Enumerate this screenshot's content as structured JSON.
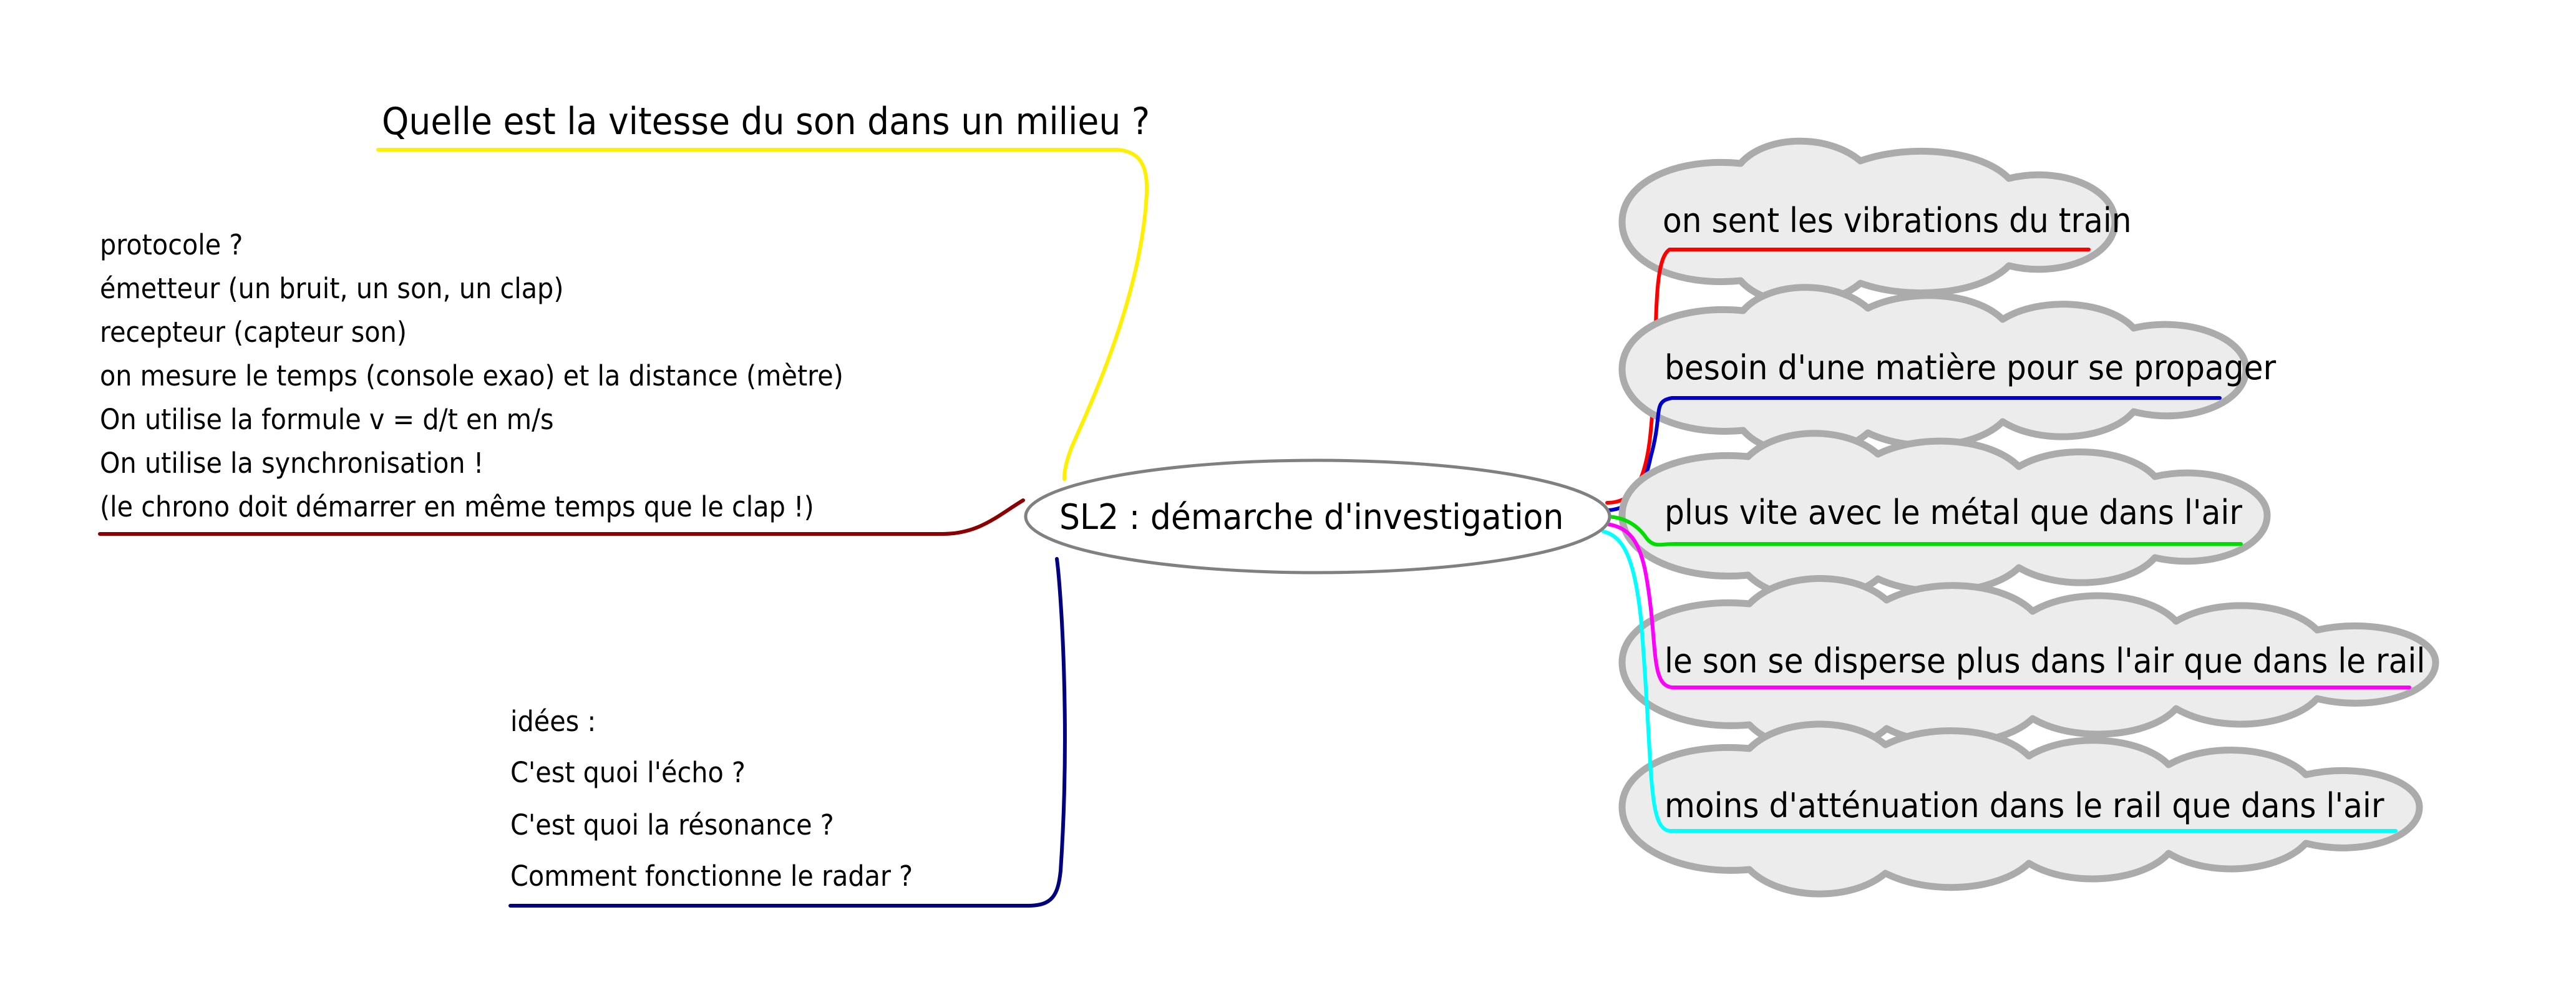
{
  "diagram": {
    "type": "mind-map",
    "background_color": "#ffffff",
    "central_node": {
      "label": "SL2 : démarche d'investigation",
      "shape": "ellipse",
      "fill_color": "#ffffff",
      "border_color": "#808080"
    },
    "branches": [
      {
        "id": "vitesse-du-son",
        "position": "top-left",
        "style": "underlined-text",
        "connector_color": "#FFF000",
        "title": "Quelle est la vitesse du son dans un milieu ?",
        "lines": []
      },
      {
        "id": "protocole",
        "position": "left",
        "style": "underlined-text",
        "connector_color": "#8B0000",
        "title": "",
        "lines": [
          "protocole ?",
          "émetteur (un bruit, un son, un clap)",
          "recepteur (capteur son)",
          "on mesure le temps (console exao) et la distance (mètre)",
          "On utilise la formule v = d/t en m/s",
          "On utilise la synchronisation !",
          "(le chrono doit démarrer en même temps que le clap !)"
        ]
      },
      {
        "id": "idees",
        "position": "bottom-left",
        "style": "underlined-text",
        "connector_color": "#000080",
        "title": "",
        "lines": [
          "idées :",
          "C'est quoi l'écho ?",
          "C'est quoi la résonance ?",
          "Comment fonctionne le radar ?"
        ]
      }
    ],
    "clouds": [
      {
        "id": "vibrations-train",
        "label": "on sent les vibrations du train",
        "connector_color": "#FF0000",
        "fill_color": "#ececec",
        "border_color": "#ababab",
        "lobes": 2
      },
      {
        "id": "matiere-propager",
        "label": "besoin d'une matière pour se propager",
        "connector_color": "#0000CC",
        "fill_color": "#ececec",
        "border_color": "#ababab",
        "lobes": 3
      },
      {
        "id": "plus-vite-metal",
        "label": "plus vite avec le métal que dans l'air",
        "connector_color": "#00DD00",
        "fill_color": "#ececec",
        "border_color": "#ababab",
        "lobes": 3
      },
      {
        "id": "son-disperse-air",
        "label": "le son se disperse plus dans l'air que dans le rail",
        "connector_color": "#FF00FF",
        "fill_color": "#ececec",
        "border_color": "#ababab",
        "lobes": 4
      },
      {
        "id": "moins-attenuation-rail",
        "label": "moins d'atténuation dans le rail que dans l'air",
        "connector_color": "#00FFFF",
        "fill_color": "#ececec",
        "border_color": "#ababab",
        "lobes": 4
      }
    ]
  }
}
